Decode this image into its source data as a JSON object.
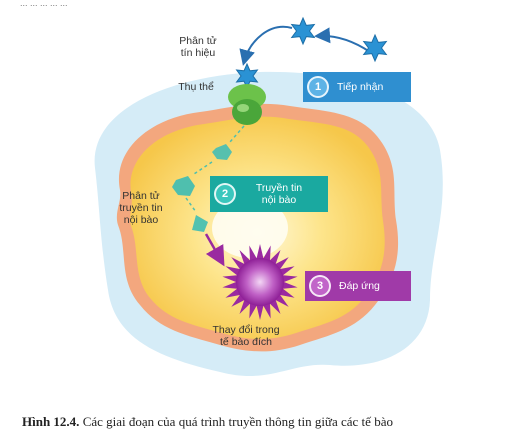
{
  "figure": {
    "top_cutoff_text": "... ... ... ... ...",
    "labels": {
      "signal_molecule": "Phân tử\ntín hiệu",
      "receptor": "Thụ thể",
      "intracellular_messenger": "Phân tử\ntruyền tin\nnội bào",
      "change_in_target": "Thay đổi trong\ntế bào đích"
    },
    "steps": [
      {
        "number": "1",
        "label": "Tiếp nhận",
        "color": "#2f8fd0"
      },
      {
        "number": "2",
        "label": "Truyền tin\nnội bào",
        "color": "#1aa9a0"
      },
      {
        "number": "3",
        "label": "Đáp ứng",
        "color": "#a03aa8"
      }
    ],
    "caption_bold": "Hình 12.4.",
    "caption_text": " Các giai đoạn của quá trình truyền thông tin giữa các tế bào",
    "colors": {
      "outer_membrane": "#c9e7f5",
      "cell_membrane": "#f2a87f",
      "cytoplasm": "#fbd760",
      "star_molecule": "#2a92d4",
      "receptor": "#6cc24a",
      "messenger": "#4fbfae",
      "response_burst": "#9a2aa0"
    }
  }
}
